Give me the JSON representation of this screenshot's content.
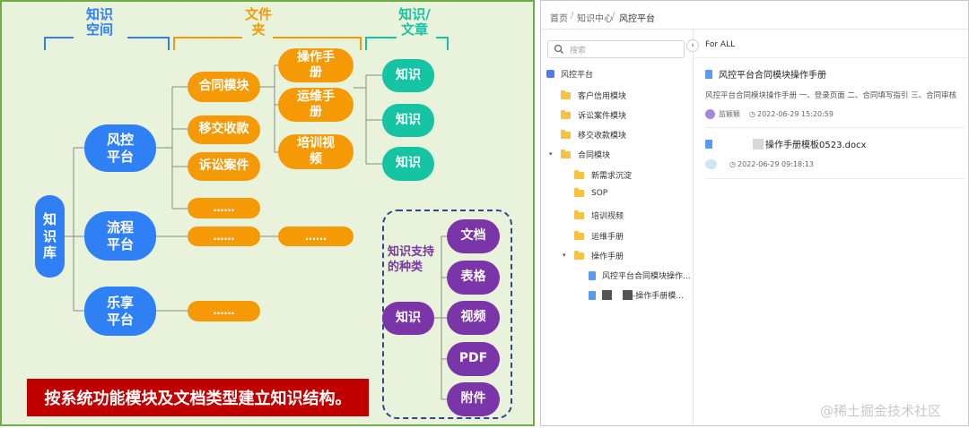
{
  "diagram": {
    "headers": {
      "space": "知识\n空间",
      "folder": "文件\n夹",
      "article": "知识/\n文章"
    },
    "root": "知\n识\n库",
    "spaces": [
      "风控\n平台",
      "流程\n平台",
      "乐享\n平台"
    ],
    "modules": [
      "合同模块",
      "移交收款",
      "诉讼案件",
      "……",
      "……",
      "……"
    ],
    "subfolders": [
      "操作手\n册",
      "运维手\n册",
      "培训视\n频",
      "……"
    ],
    "knowledge": [
      "知识",
      "知识",
      "知识"
    ],
    "types_label": "知识支持\n的种类",
    "types_center": "知识",
    "types": [
      "文档",
      "表格",
      "视频",
      "PDF",
      "附件"
    ],
    "caption": "按系统功能模块及文档类型建立知识结构。"
  },
  "ui": {
    "breadcrumb": [
      "首页",
      "知识中心",
      "风控平台"
    ],
    "breadcrumb_sep": "/",
    "search_placeholder": "搜索",
    "collapse_icon": "chevron-left-icon",
    "tree": {
      "root": "风控平台",
      "items": [
        "客户信用模块",
        "诉讼案件模块",
        "移交收款模块",
        "合同模块"
      ],
      "contract_children": [
        "新需求沉淀",
        "SOP",
        "培训视频",
        "运维手册",
        "操作手册"
      ],
      "manual_children": [
        "风控平台合同模块操作...",
        "-操作手册模..."
      ]
    },
    "scope_label": "For ALL",
    "docs": [
      {
        "title": "风控平台合同模块操作手册",
        "snippet": "风控平台合同模块操作手册 一、登录页面 二、合同填写指引 三、合同审核",
        "author": "监颖颖",
        "time": "2022-06-29 15:20:59"
      },
      {
        "title": "操作手册模板0523.docx",
        "snippet": "",
        "author": "",
        "time": "2022-06-29 09:18:13"
      }
    ]
  },
  "watermark": "@稀土掘金技术社区"
}
